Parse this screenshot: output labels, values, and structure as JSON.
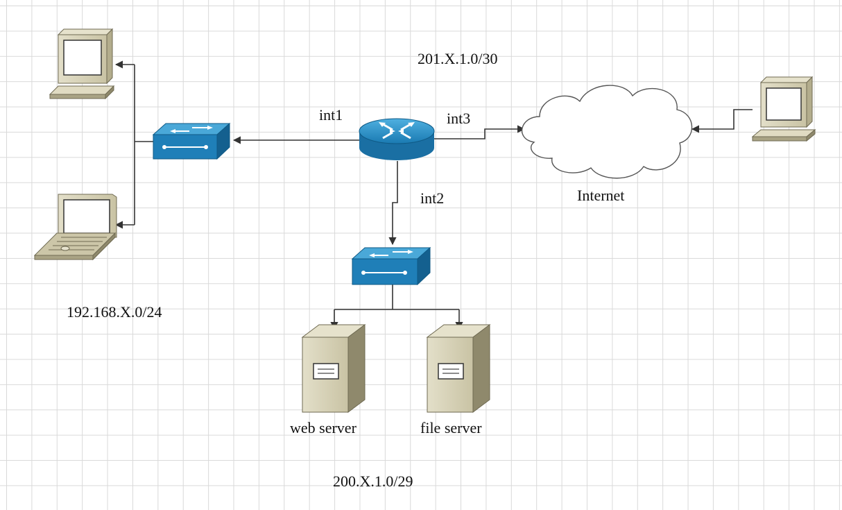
{
  "labels": {
    "subnet_wan": "201.X.1.0/30",
    "subnet_lan": "192.168.X.0/24",
    "subnet_dmz": "200.X.1.0/29",
    "int1": "int1",
    "int2": "int2",
    "int3": "int3",
    "internet": "Internet",
    "web_server": "web server",
    "file_server": "file server"
  },
  "icons": {
    "router": "router-icon",
    "switch": "switch-icon",
    "desktop": "desktop-pc-icon",
    "laptop": "laptop-icon",
    "server": "server-icon",
    "cloud": "cloud-icon"
  },
  "colors": {
    "device_blue": "#1f7fb8",
    "device_blue_dark": "#0f5a86",
    "device_beige": "#d9d4bc",
    "device_beige_dark": "#9a9478",
    "line": "#333333",
    "grid": "#d9d9d9"
  }
}
